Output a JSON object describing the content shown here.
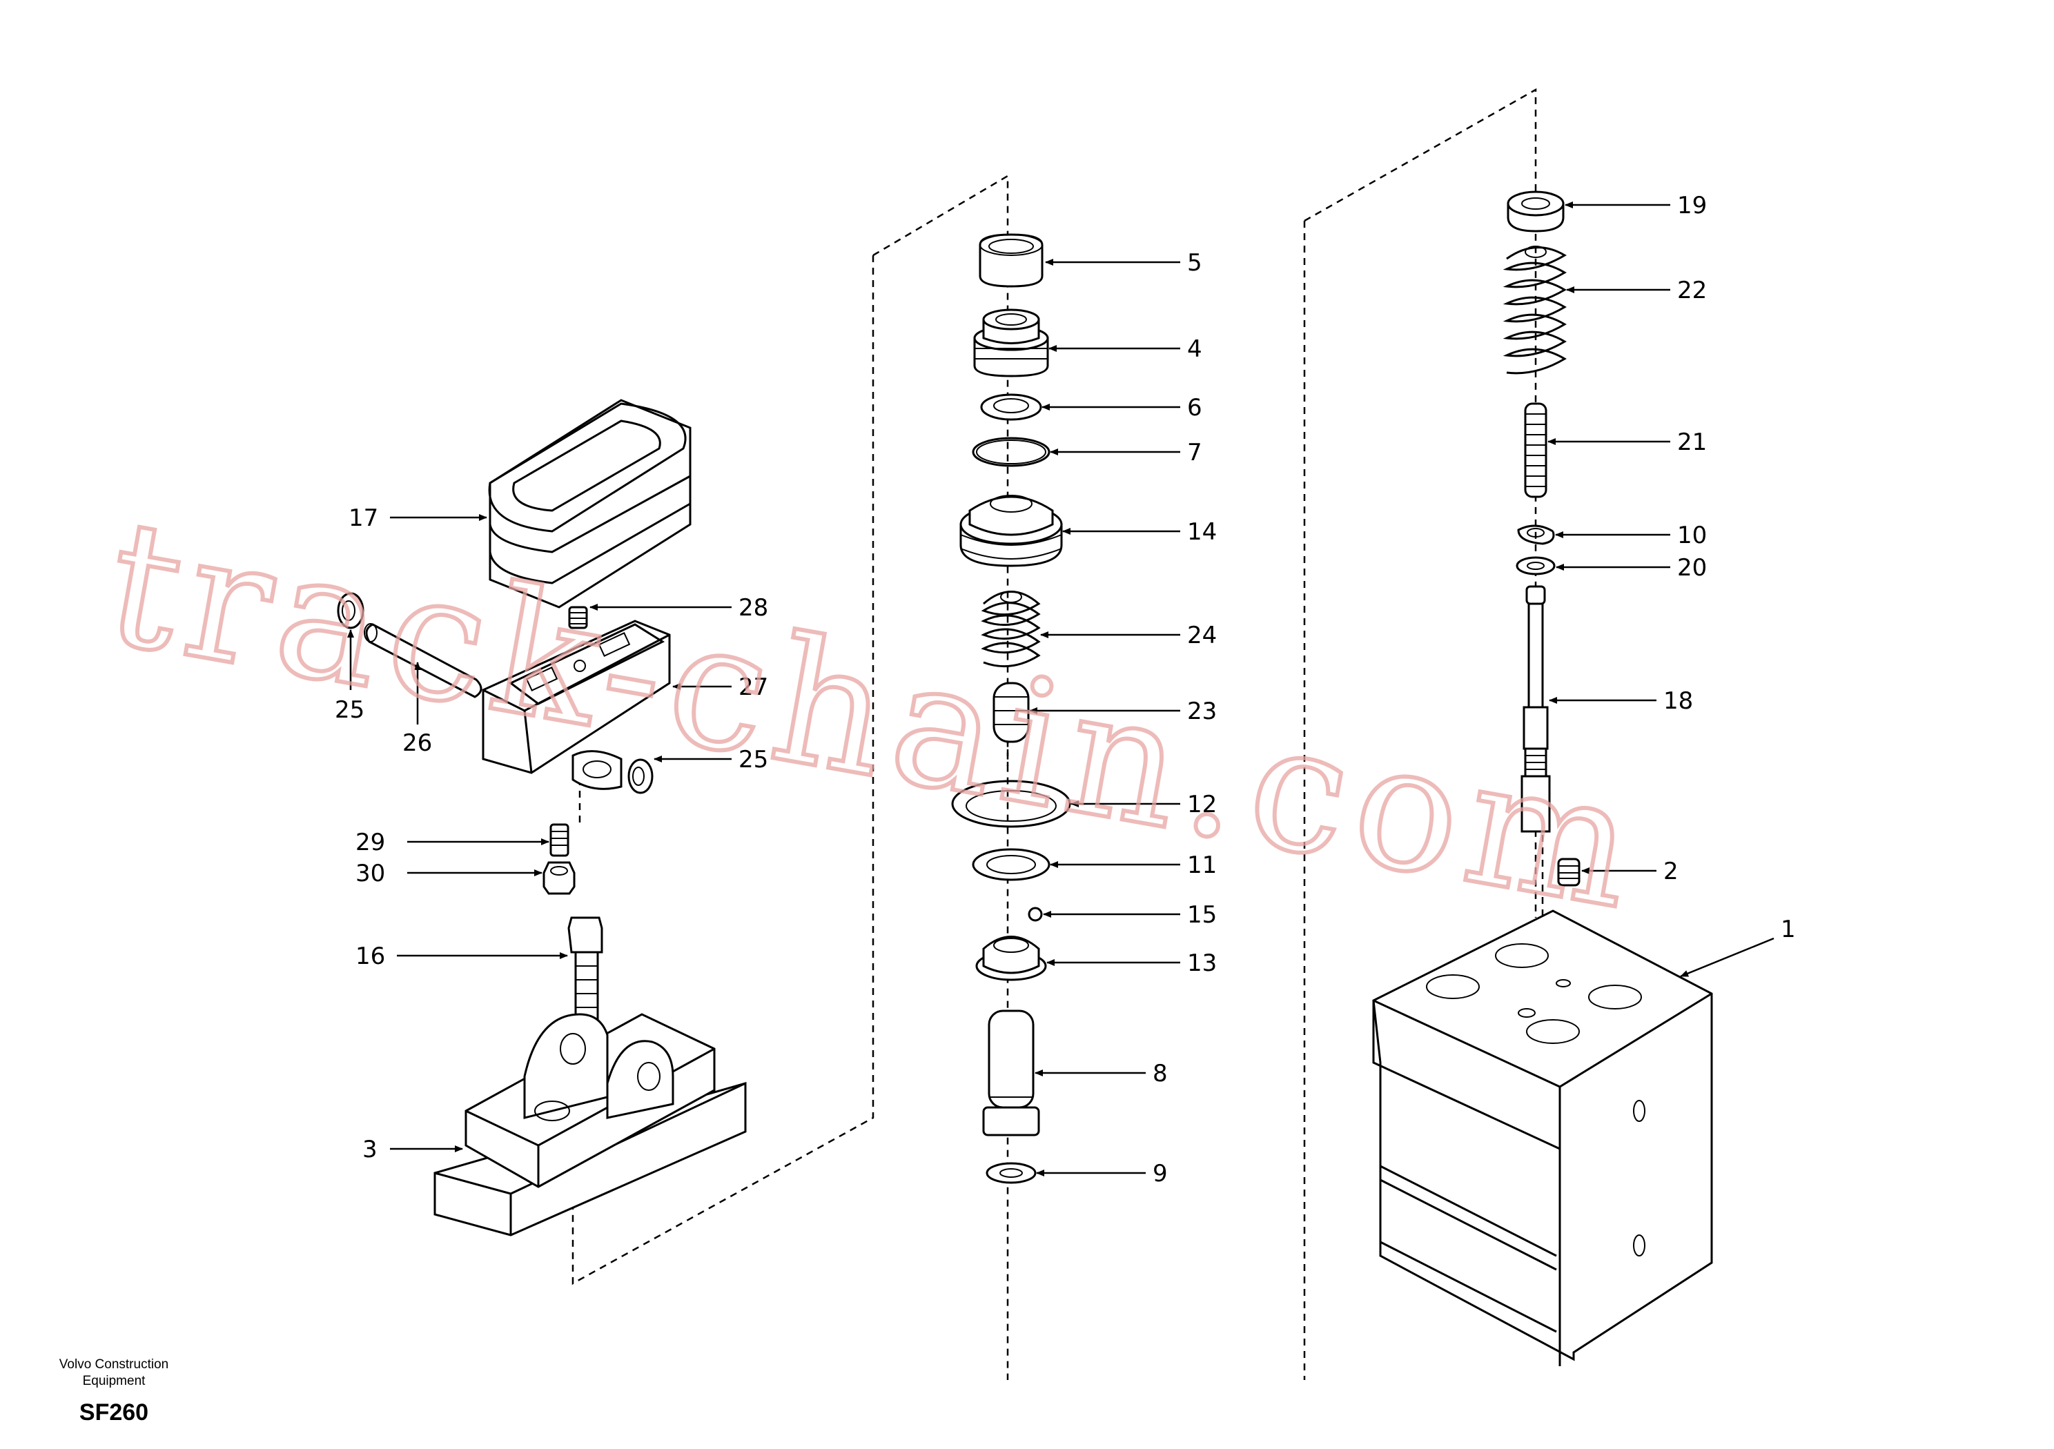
{
  "watermark": "track-chain.com",
  "footer": {
    "line1": "Volvo Construction",
    "line2": "Equipment",
    "code": "SF260"
  },
  "callouts": {
    "c1": "1",
    "c2": "2",
    "c3": "3",
    "c4": "4",
    "c5": "5",
    "c6": "6",
    "c7": "7",
    "c8": "8",
    "c9": "9",
    "c10": "10",
    "c11": "11",
    "c12": "12",
    "c13": "13",
    "c14": "14",
    "c15": "15",
    "c16": "16",
    "c17": "17",
    "c18": "18",
    "c19": "19",
    "c20": "20",
    "c21": "21",
    "c22": "22",
    "c23": "23",
    "c24": "24",
    "c25a": "25",
    "c25b": "25",
    "c26": "26",
    "c27": "27",
    "c28": "28",
    "c29": "29",
    "c30": "30"
  }
}
